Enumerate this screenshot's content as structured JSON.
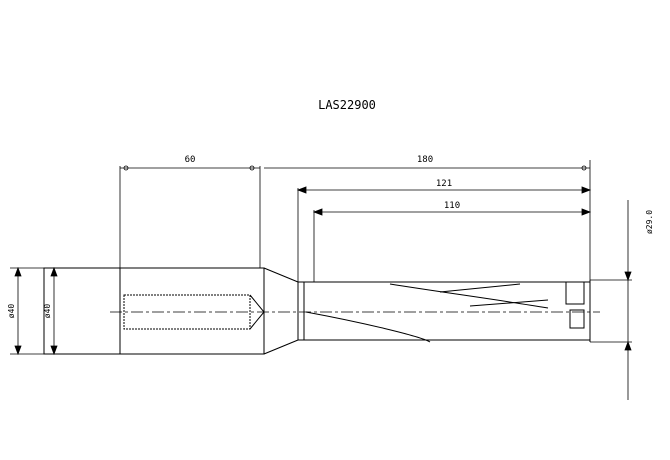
{
  "drawing": {
    "part_number": "LAS22900"
  },
  "dimensions": {
    "shank_length": "60",
    "overall_length": "180",
    "flute_length": "121",
    "drill_depth": "110",
    "shank_diameter": "ø40",
    "flange_diameter": "ø40",
    "drill_diameter": "ø29.0"
  }
}
